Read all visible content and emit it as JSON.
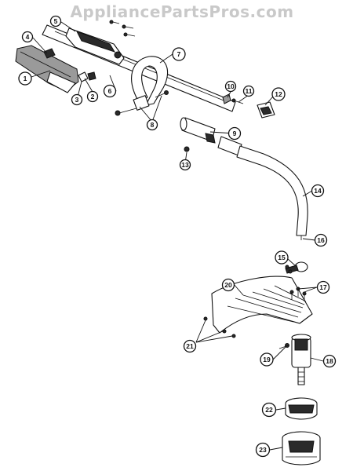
{
  "watermark": "AppliancePartsPros.com",
  "callouts": [
    {
      "label": "1"
    },
    {
      "label": "2"
    },
    {
      "label": "3"
    },
    {
      "label": "4"
    },
    {
      "label": "5"
    },
    {
      "label": "6"
    },
    {
      "label": "7"
    },
    {
      "label": "8"
    },
    {
      "label": "9"
    },
    {
      "label": "10"
    },
    {
      "label": "11"
    },
    {
      "label": "12"
    },
    {
      "label": "13"
    },
    {
      "label": "14"
    },
    {
      "label": "15"
    },
    {
      "label": "16"
    },
    {
      "label": "17"
    },
    {
      "label": "18"
    },
    {
      "label": "19"
    },
    {
      "label": "20"
    },
    {
      "label": "21"
    },
    {
      "label": "22"
    },
    {
      "label": "23"
    }
  ]
}
